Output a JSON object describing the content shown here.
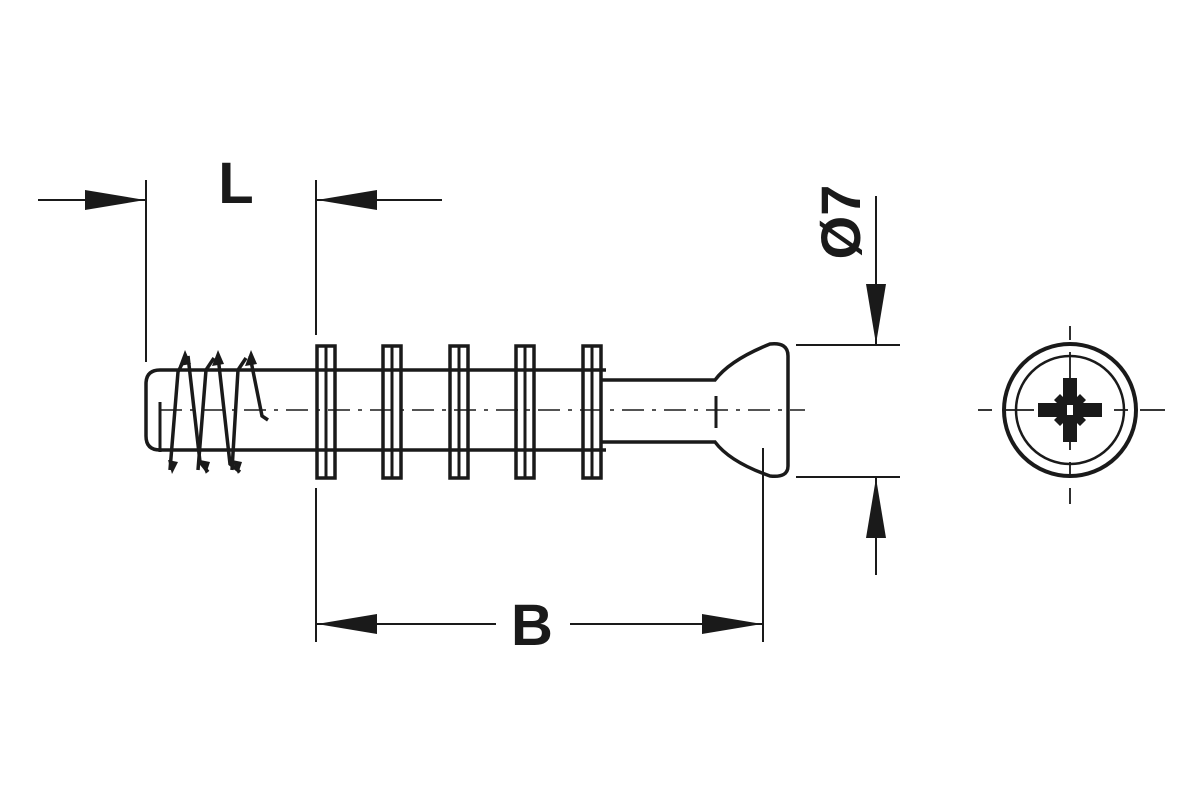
{
  "labels": {
    "length": "L",
    "spacing": "B",
    "diameter": "Ø7"
  },
  "colors": {
    "ink": "#1a1a1a",
    "background": "#ffffff"
  }
}
